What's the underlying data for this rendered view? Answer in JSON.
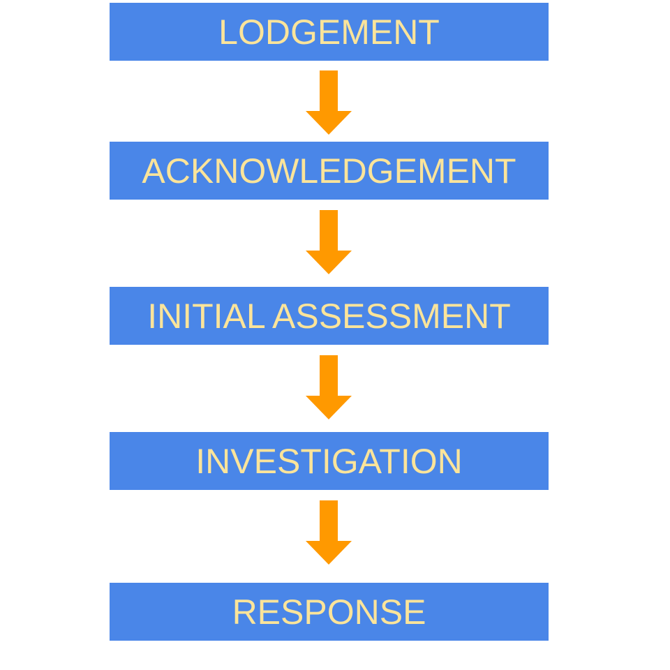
{
  "colors": {
    "box_fill": "#4a86e8",
    "box_text": "#fbe49a",
    "arrow_fill": "#ff9900",
    "background": "#ffffff"
  },
  "flow": {
    "steps": [
      {
        "label": "LODGEMENT"
      },
      {
        "label": "ACKNOWLEDGEMENT"
      },
      {
        "label": "INITIAL ASSESSMENT"
      },
      {
        "label": "INVESTIGATION"
      },
      {
        "label": "RESPONSE"
      }
    ],
    "arrows": [
      {
        "icon": "arrow-down-icon"
      },
      {
        "icon": "arrow-down-icon"
      },
      {
        "icon": "arrow-down-icon"
      },
      {
        "icon": "arrow-down-icon"
      }
    ]
  }
}
